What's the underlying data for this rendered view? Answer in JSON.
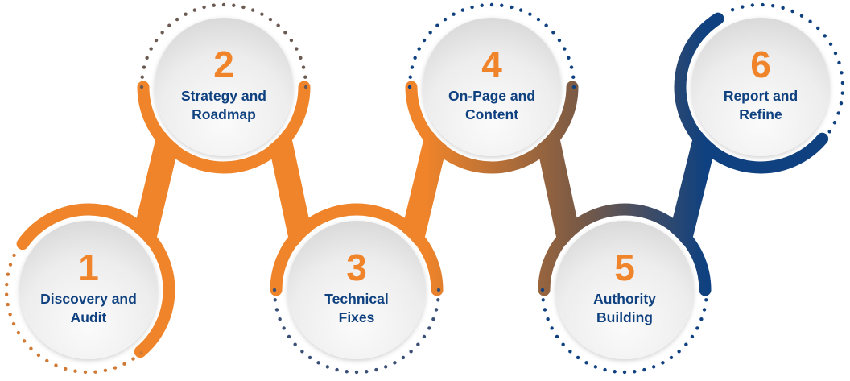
{
  "colors": {
    "orange": "#F0842A",
    "brown": "#7A5A45",
    "navy": "#0F4180",
    "number": "#F0842A",
    "label": "#0F4180",
    "disc_light": "#F7F7F7",
    "disc_dark": "#D9D9D9"
  },
  "steps": [
    {
      "number": "1",
      "line1": "Discovery and",
      "line2": "Audit"
    },
    {
      "number": "2",
      "line1": "Strategy and",
      "line2": "Roadmap"
    },
    {
      "number": "3",
      "line1": "Technical",
      "line2": "Fixes"
    },
    {
      "number": "4",
      "line1": "On-Page and",
      "line2": "Content"
    },
    {
      "number": "5",
      "line1": "Authority",
      "line2": "Building"
    },
    {
      "number": "6",
      "line1": "Report and",
      "line2": "Refine"
    }
  ]
}
